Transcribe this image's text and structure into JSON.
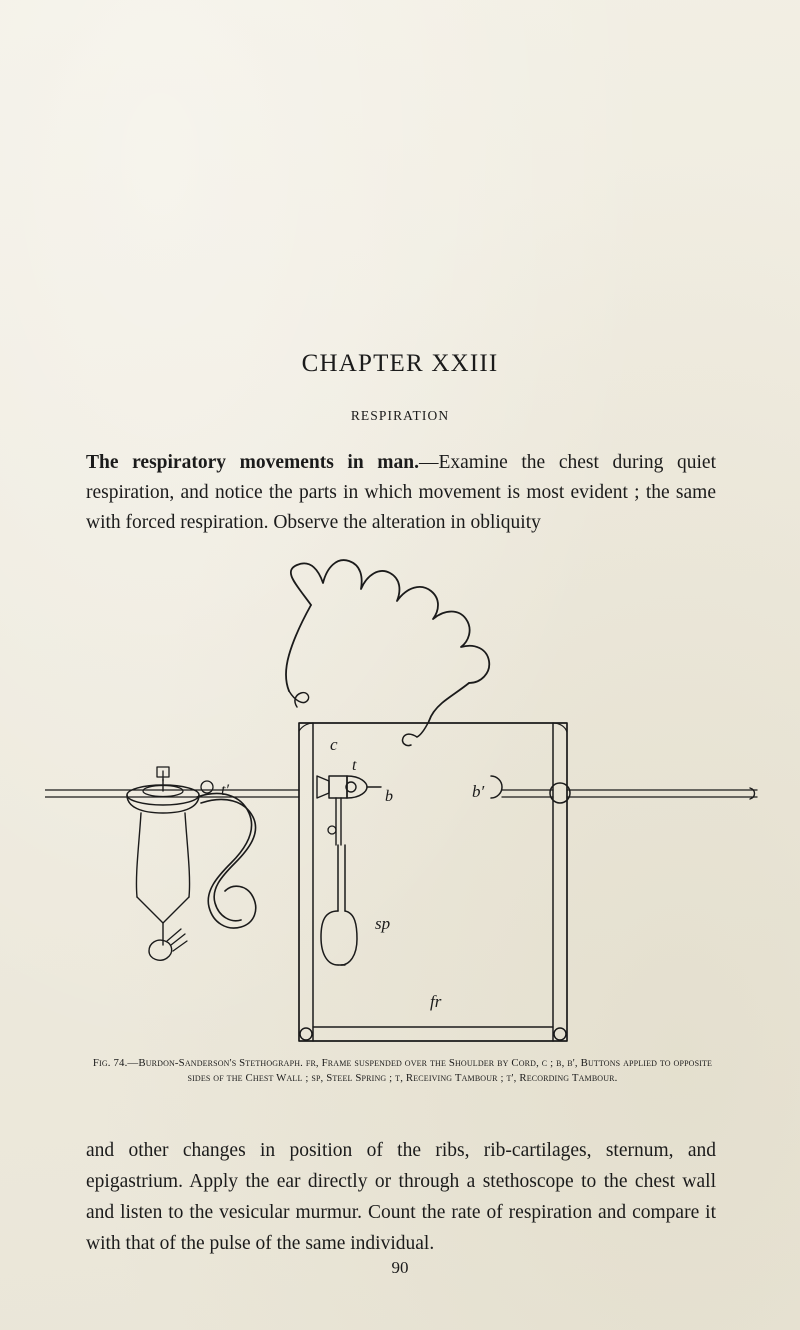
{
  "chapter": {
    "title": "CHAPTER XXIII",
    "subtitle": "RESPIRATION"
  },
  "body": {
    "lead_bold": "The respiratory movements in man.",
    "lead_rest": "—Examine the chest during quiet respiration, and notice the parts in which movement is most evident ; the same with forced respiration. Observe the alteration in obliquity",
    "after_figure": "and other changes in position of the ribs, rib-cartilages, sternum, and epigastrium. Apply the ear directly or through a stethoscope to the chest wall and listen to the vesicular murmur. Count the rate of respiration and compare it with that of the pulse of the same individual."
  },
  "figure": {
    "caption_number": "Fig. 74.—",
    "caption_title": "Burdon-Sanderson's Stethograph.",
    "caption_body_1": "fr, Frame suspended over the Shoulder by Cord, c ;",
    "caption_body_2": "b, b', Buttons applied to opposite sides of the Chest Wall ;",
    "caption_body_3": "sp, Steel Spring ;",
    "caption_body_4": "t, Receiving Tambour ;",
    "caption_body_5": "t', Recording Tambour.",
    "labels": {
      "c": "c",
      "t": "t",
      "t_prime": "t'",
      "b": "b",
      "b_prime": "b'",
      "sp": "sp",
      "fr": "fr"
    },
    "ink_color": "#1b1b1b"
  },
  "page_number": "90"
}
